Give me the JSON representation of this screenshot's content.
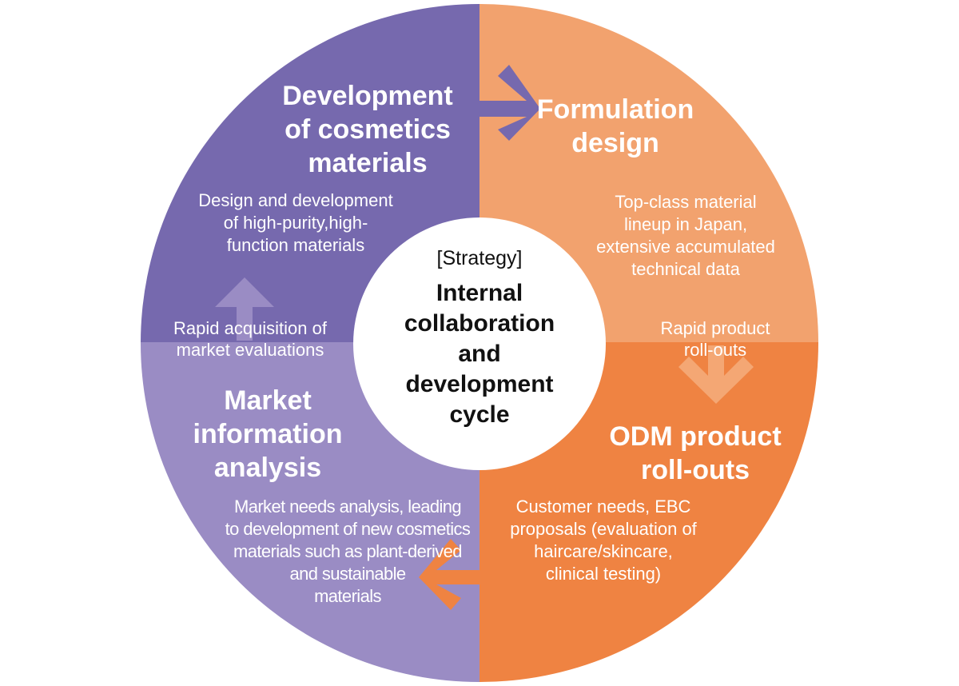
{
  "colors": {
    "top_left": "#7669ae",
    "top_right": "#f2a26e",
    "bottom_left": "#9a8cc4",
    "bottom_right": "#ef8342",
    "center": "#ffffff",
    "arrow_purple": "#7669ae",
    "arrow_orange": "#ef8342",
    "arrow_light_purple": "#9a8cc4",
    "arrow_light_orange": "#f4a774"
  },
  "center": {
    "tag": "[Strategy]",
    "title": "Internal\ncollaboration\nand\ndevelopment\ncycle"
  },
  "quadrants": {
    "development": {
      "title": "Development\nof cosmetics\nmaterials",
      "description": "Design and development\nof high-purity,high-\nfunction materials"
    },
    "formulation": {
      "title": "Formulation\ndesign",
      "description": "Top-class material\nlineup in Japan,\nextensive accumulated\ntechnical data"
    },
    "odm": {
      "title": "ODM product\nroll-outs",
      "description": "Customer needs, EBC\nproposals (evaluation of\nhaircare/skincare,\nclinical testing)"
    },
    "market": {
      "title": "Market\ninformation\nanalysis",
      "description": "Market needs analysis, leading\nto development of new cosmetics\nmaterials such as plant-derived\nand sustainable\nmaterials"
    }
  },
  "flows": {
    "right_side": "Rapid product\nroll-outs",
    "left_side": "Rapid acquisition of\nmarket evaluations"
  },
  "arrows": [
    {
      "name": "arrow-right-icon",
      "direction": "right",
      "from": "development",
      "to": "formulation"
    },
    {
      "name": "arrow-down-icon",
      "direction": "down",
      "from": "formulation",
      "to": "odm"
    },
    {
      "name": "arrow-left-icon",
      "direction": "left",
      "from": "odm",
      "to": "market"
    },
    {
      "name": "arrow-up-icon",
      "direction": "up",
      "from": "market",
      "to": "development"
    }
  ]
}
